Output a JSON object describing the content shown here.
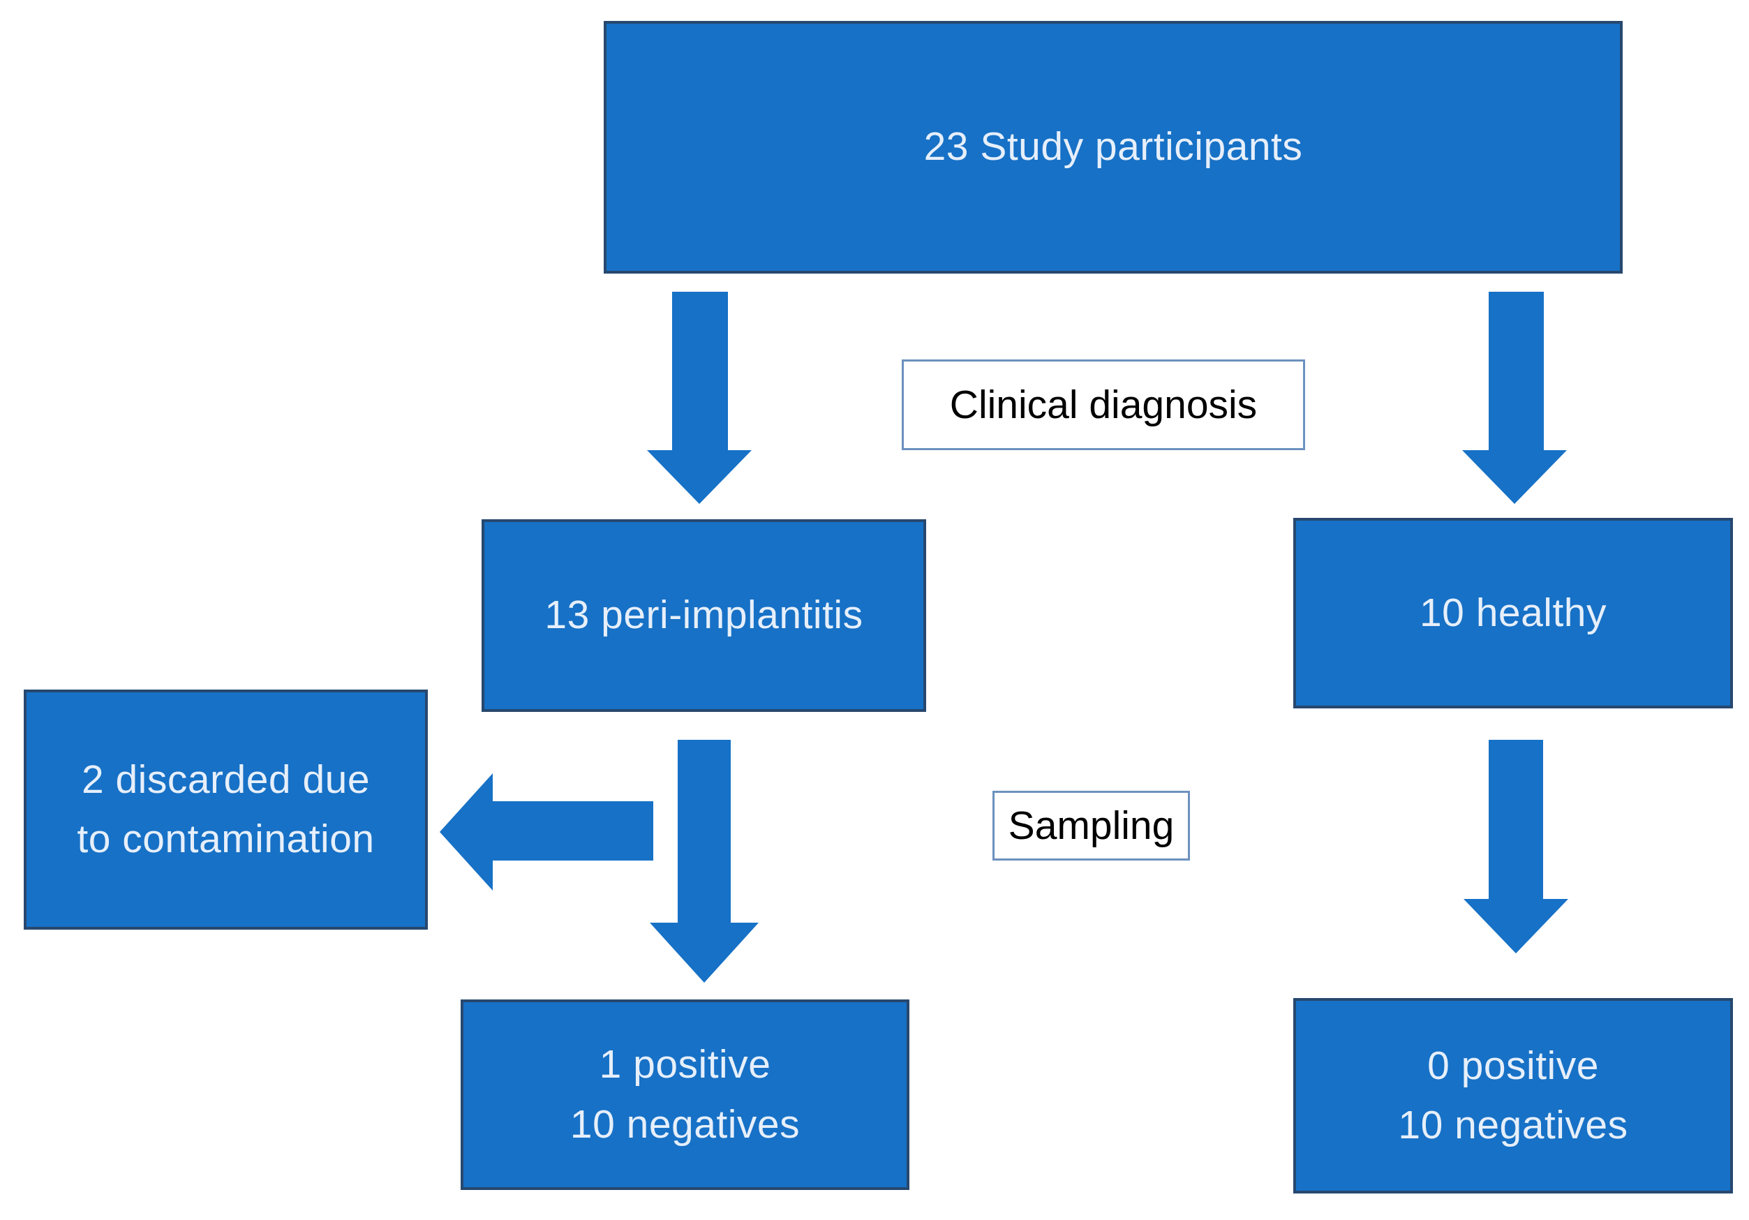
{
  "diagram": {
    "top_node": {
      "label": "23 Study participants"
    },
    "stage_labels": {
      "clinical": "Clinical diagnosis",
      "sampling": "Sampling"
    },
    "nodes": {
      "peri_implantitis": {
        "label": "13 peri-implantitis"
      },
      "healthy": {
        "label": "10 healthy"
      },
      "discarded": {
        "line1": "2 discarded due",
        "line2": "to contamination"
      },
      "result_peri": {
        "line1": "1 positive",
        "line2": "10 negatives"
      },
      "result_healthy": {
        "line1": "0 positive",
        "line2": "10 negatives"
      }
    },
    "arrows": [
      {
        "name": "top-to-peri-implantitis",
        "direction": "down"
      },
      {
        "name": "top-to-healthy",
        "direction": "down"
      },
      {
        "name": "peri-implantitis-to-result",
        "direction": "down"
      },
      {
        "name": "peri-implantitis-to-discarded",
        "direction": "left"
      },
      {
        "name": "healthy-to-result",
        "direction": "down"
      }
    ],
    "colors": {
      "background": "#FFFFFF",
      "node_fill": "#1771C6",
      "node_border": "#27486F",
      "node_text": "#E6EFFA",
      "label_fill": "#FFFFFF",
      "label_border": "#6C91BE",
      "label_text": "#000000",
      "arrow": "#1771C6"
    }
  }
}
